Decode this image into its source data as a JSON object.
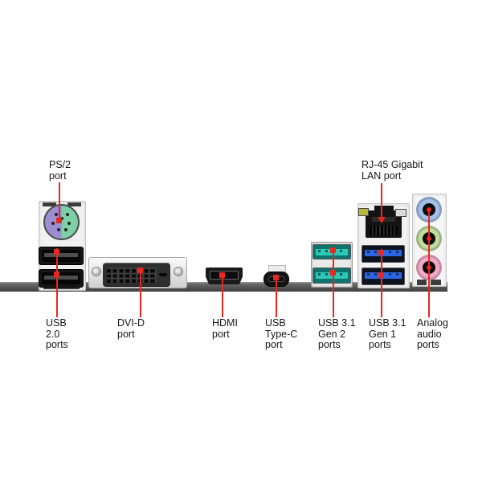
{
  "labels": {
    "ps2": "PS/2\nport",
    "lan": "RJ-45 Gigabit\nLAN port",
    "usb2": "USB\n2.0\nports",
    "dvi": "DVI-D\nport",
    "hdmi": "HDMI\nport",
    "typec": "USB\nType-C\nport",
    "usb31_gen2": "USB 3.1\nGen 2\nports",
    "usb31_gen1": "USB 3.1\nGen 1\nports",
    "audio": "Analog\naudio\nports"
  },
  "colors": {
    "accent": "#e6281e",
    "ps2_purple": "#9d8ed2",
    "ps2_green": "#7bd0a8",
    "teal": "#2cc8b8",
    "teal_dark": "#0d746d",
    "usb_blue": "#2b67e2",
    "audio_blue": "#a4c0ea",
    "audio_green": "#c0dc9f",
    "audio_pink": "#f2a9c5",
    "led_yellow": "#b6b83c",
    "led_gray": "#dcdcdc"
  }
}
